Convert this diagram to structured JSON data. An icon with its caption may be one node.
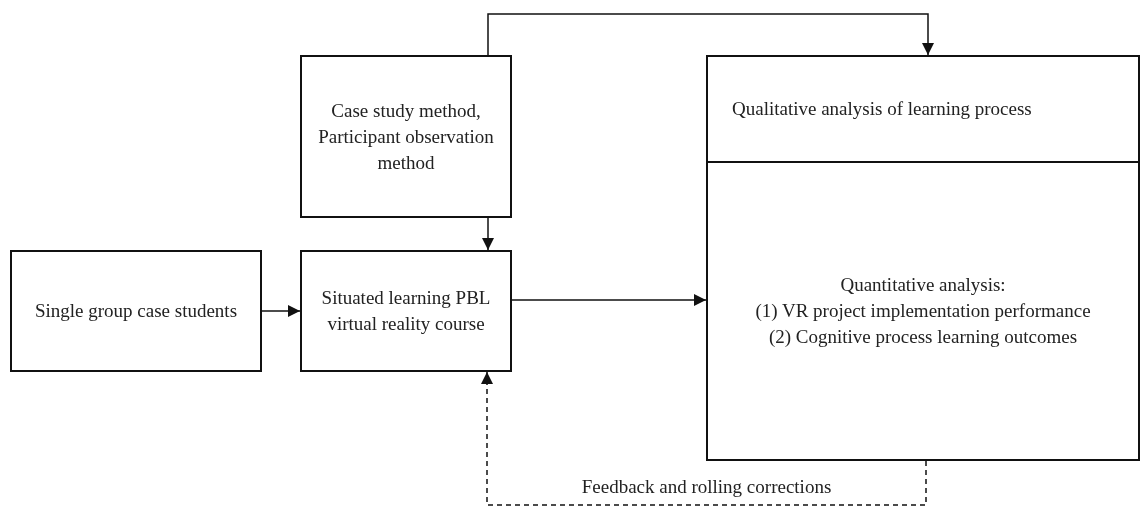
{
  "diagram": {
    "nodes": [
      {
        "text": [
          "Single group case students"
        ]
      },
      {
        "text": [
          "Case study method, Participant observation method"
        ]
      },
      {
        "text": [
          "Situated learning PBL virtual reality course"
        ]
      },
      {
        "text": [
          "Qualitative analysis of learning process"
        ]
      },
      {
        "text": [
          "Quantitative analysis:",
          "(1) VR project implementation performance",
          "(2) Cognitive process learning outcomes"
        ]
      }
    ],
    "edges": [
      {
        "from": 0,
        "to": 2,
        "arrow": "to"
      },
      {
        "from": 1,
        "to": 2,
        "arrow": "to"
      },
      {
        "from": 2,
        "to": 4,
        "arrow": "to"
      },
      {
        "from": 1,
        "to": 3,
        "arrow": "to"
      },
      {
        "from": 4,
        "to": 2,
        "arrow": "to",
        "style": "dashed",
        "label": "Feedback and rolling corrections"
      }
    ]
  }
}
